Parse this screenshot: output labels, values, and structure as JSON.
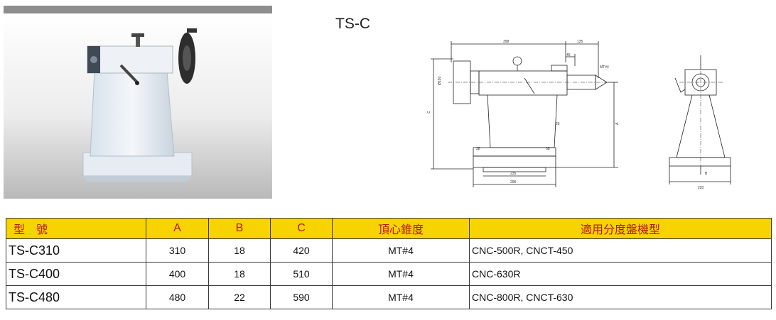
{
  "title": "TS-C",
  "drawing_front": {
    "dims": {
      "length_total": "398",
      "overhang": "135",
      "flange": "45",
      "taper": "MT#4",
      "diameter": "Ø150",
      "height_c": "C",
      "height_a": "A",
      "slot": "25",
      "foot_left": "38",
      "foot_right": "38",
      "base_inner": "235",
      "base_outer": "295"
    }
  },
  "drawing_side": {
    "dims": {
      "key": "B",
      "width": "220"
    }
  },
  "table": {
    "headers": [
      "型　號",
      "A",
      "B",
      "C",
      "頂心錐度",
      "適用分度盤機型"
    ],
    "rows": [
      [
        "TS-C310",
        "310",
        "18",
        "420",
        "MT#4",
        "CNC-500R, CNCT-450"
      ],
      [
        "TS-C400",
        "400",
        "18",
        "510",
        "MT#4",
        "CNC-630R"
      ],
      [
        "TS-C480",
        "480",
        "22",
        "590",
        "MT#4",
        "CNC-800R, CNCT-630"
      ]
    ]
  },
  "colors": {
    "header_bg": "#f7d400",
    "header_text": "#b21818",
    "banner": "#8e8e8e"
  }
}
